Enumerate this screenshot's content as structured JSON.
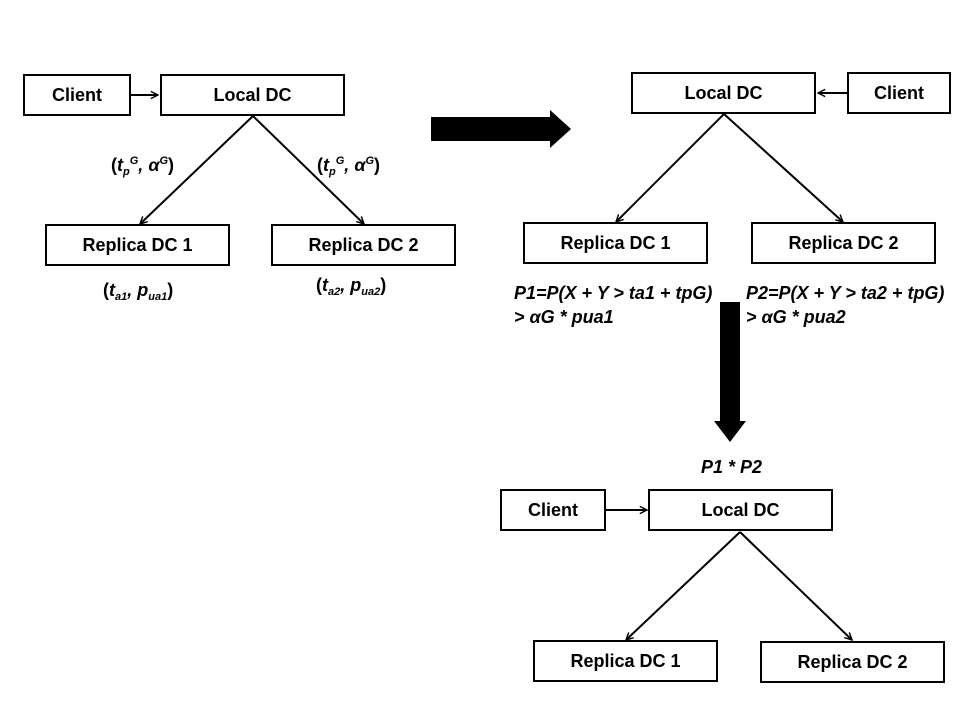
{
  "diagram1": {
    "client": "Client",
    "local_dc": "Local DC",
    "replica1": "Replica DC 1",
    "replica2": "Replica DC 2",
    "edge_label_left": {
      "t": "t",
      "p": "p",
      "G1": "G",
      "alpha": "α",
      "G2": "G"
    },
    "edge_label_right": {
      "t": "t",
      "p": "p",
      "G1": "G",
      "alpha": "α",
      "G2": "G"
    },
    "replica1_params": {
      "t": "t",
      "a1": "a1",
      "p": "p",
      "ua1": "ua1"
    },
    "replica2_params": {
      "t": "t",
      "a2": "a2",
      "p": "p",
      "ua2": "ua2"
    }
  },
  "diagram2": {
    "client": "Client",
    "local_dc": "Local DC",
    "replica1": "Replica DC 1",
    "replica2": "Replica DC 2",
    "formula1": {
      "line1": "P1=P(X + Y > ta1 + tpG)",
      "line2": "> αG * pua1"
    },
    "formula2": {
      "line1": "P2=P(X + Y > ta2 + tpG)",
      "line2": "> αG * pua2"
    }
  },
  "product_label": "P1 * P2",
  "diagram3": {
    "client": "Client",
    "local_dc": "Local DC",
    "replica1": "Replica DC 1",
    "replica2": "Replica DC 2"
  },
  "colors": {
    "stroke": "#000000",
    "background": "#ffffff"
  }
}
